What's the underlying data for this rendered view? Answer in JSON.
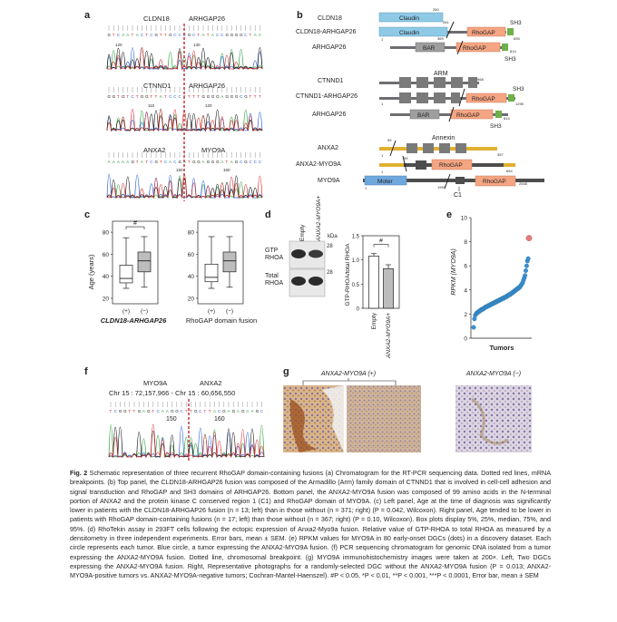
{
  "panels": {
    "a": {
      "letter": "a",
      "row1": {
        "left_gene": "CLDN18",
        "right_gene": "ARHGAP26",
        "pos1": "120",
        "pos2": "130"
      },
      "row2": {
        "left_gene": "CTNND1",
        "right_gene": "ARHGAP26",
        "pos1": "110",
        "pos2": "120"
      },
      "row3": {
        "left_gene": "ANXA2",
        "right_gene": "MYO9A",
        "pos1": "150",
        "pos2": "160"
      }
    },
    "b": {
      "letter": "b",
      "g1": {
        "wt": "CLDN18",
        "fusion": "CLDN18-ARHGAP26",
        "partner": "ARHGAP26",
        "claudin": "Claudin",
        "rhogap": "RhoGAP",
        "sh3": "SH3",
        "bar": "BAR",
        "n1": "261",
        "n2": "250",
        "n3": "695",
        "n4": "369",
        "n5": "814",
        "one": "1"
      },
      "g2": {
        "wt": "CTNND1",
        "fusion": "CTNND1-ARHGAP26",
        "partner": "ARHGAP26",
        "arm": "ARM",
        "rhogap": "RhoGAP",
        "sh3": "SH3",
        "bar": "BAR",
        "n1": "968",
        "n2": "1295",
        "n3": "814",
        "one": "1"
      },
      "g3": {
        "wt": "ANXA2",
        "fusion": "ANXA2-MYO9A",
        "partner": "MYO9A",
        "annexin": "Annexin",
        "rhogap": "RhoGAP",
        "moter": "Moter",
        "c1": "C1",
        "n1": "99",
        "n2": "357",
        "n3": "654",
        "n4": "1993",
        "n5": "2548",
        "one": "1"
      }
    },
    "c": {
      "letter": "c",
      "ylabel": "Age (years)",
      "ticks": [
        "80",
        "60",
        "40",
        "20"
      ],
      "plus": "(+)",
      "minus": "(−)",
      "hash": "#",
      "left_title": "CLDN18-ARHGAP26",
      "right_title": "RhoGAP domain fusion"
    },
    "d": {
      "letter": "d",
      "lane1": "Empty",
      "lane2": "ANXA2-MYO9A+",
      "kda": "kDa",
      "blot1": "GTP RHOA",
      "blot2": "Total RHOA",
      "mw1": "28",
      "mw2": "28",
      "ylabel": "GTP-RHOA/total RHOA",
      "ticks": [
        "1.5",
        "1.0",
        "0.5",
        "0"
      ],
      "hash": "#"
    },
    "e": {
      "letter": "e",
      "ylabel": "RPKM (MYO9A)",
      "xlabel": "Tumors",
      "ticks": [
        "10",
        "8",
        "6",
        "4",
        "2",
        "0"
      ]
    },
    "f": {
      "letter": "f",
      "left_gene": "MYO9A",
      "right_gene": "ANXA2",
      "coords": "Chr 15 : 72,157,966 - Chr 15 : 60,656,550",
      "pos1": "150",
      "pos2": "160"
    },
    "g": {
      "letter": "g",
      "pos_label": "ANXA2-MYO9A (+)",
      "neg_label": "ANXA2-MYO9A (−)"
    }
  },
  "chart_data": [
    {
      "type": "box",
      "title": "CLDN18-ARHGAP26",
      "ylabel": "Age (years)",
      "categories": [
        "(+)",
        "(−)"
      ],
      "ylim": [
        15,
        90
      ],
      "series": [
        {
          "name": "(+)",
          "values": {
            "p5": 29,
            "p25": 34,
            "median": 38,
            "p75": 50,
            "p95": 75
          }
        },
        {
          "name": "(−)",
          "values": {
            "p5": 30,
            "p25": 44,
            "median": 54,
            "p75": 62,
            "p95": 76
          }
        }
      ]
    },
    {
      "type": "box",
      "title": "RhoGAP domain fusion",
      "ylabel": "Age (years)",
      "categories": [
        "(+)",
        "(−)"
      ],
      "ylim": [
        15,
        90
      ],
      "series": [
        {
          "name": "(+)",
          "values": {
            "p5": 29,
            "p25": 35,
            "median": 39,
            "p75": 51,
            "p95": 76
          }
        },
        {
          "name": "(−)",
          "values": {
            "p5": 30,
            "p25": 44,
            "median": 54,
            "p75": 62,
            "p95": 76
          }
        }
      ]
    },
    {
      "type": "bar",
      "ylabel": "GTP-RHOA/total RHOA",
      "categories": [
        "Empty",
        "ANXA2-MYO9A+"
      ],
      "values": [
        1.08,
        0.82
      ],
      "errors": [
        0.05,
        0.08
      ],
      "ylim": [
        0,
        1.5
      ]
    },
    {
      "type": "scatter",
      "ylabel": "RPKM (MYO9A)",
      "xlabel": "Tumors",
      "ylim": [
        0,
        10
      ],
      "values": [
        0.9,
        1.6,
        1.9,
        2.0,
        2.1,
        2.1,
        2.2,
        2.2,
        2.3,
        2.3,
        2.4,
        2.4,
        2.4,
        2.5,
        2.5,
        2.6,
        2.6,
        2.6,
        2.7,
        2.7,
        2.7,
        2.8,
        2.8,
        2.8,
        2.9,
        2.9,
        2.9,
        3.0,
        3.0,
        3.0,
        3.1,
        3.1,
        3.1,
        3.2,
        3.2,
        3.2,
        3.3,
        3.3,
        3.3,
        3.4,
        3.4,
        3.4,
        3.5,
        3.5,
        3.6,
        3.6,
        3.6,
        3.7,
        3.7,
        3.8,
        3.8,
        3.9,
        3.9,
        4.0,
        4.0,
        4.1,
        4.1,
        4.2,
        4.2,
        4.3,
        4.4,
        4.5,
        4.6,
        4.8,
        5.0,
        5.2,
        5.6,
        6.0,
        6.4,
        6.6,
        8.3
      ],
      "highlight_index": 70
    }
  ],
  "caption": {
    "fig": "Fig. 2",
    "text": "Schematic representation of three recurrent RhoGAP domain-containing fusions (a) Chromatogram for the RT-PCR sequencing data. Dotted red lines, mRNA breakpoints. (b) Top panel, the CLDN18-ARHGAP26 fusion was composed of the Armadillo (Arm) family domain of CTNND1 that is involved in cell-cell adhesion and signal transduction and RhoGAP and SH3 domains of ARHGAP26. Bottom panel, the ANXA2-MYO9A fusion was composed of 99 amino acids in the N-terminal portion of ANXA2 and the protein kinase C conserved region 1 (C1) and RhoGAP domain of MYO9A. (c) Left panel, Age at the time of diagnosis was significantly lower in patients with the CLDN18-ARHGAP26 fusion (n = 13; left) than in those without (n = 371; right) (P = 0.042, Wilcoxon). Right panel, Age tended to be lower in patients with RhoGAP domain-containing fusions (n = 17; left) than those without (n = 367; right) (P = 0.10, Wilcoxon). Box plots display 5%, 25%, median, 75%, and 95%. (d) RhoTekin assay in 293FT cells following the ectopic expression of Anxa2-Myo9a fusion. Relative value of GTP-RHOA to total RHOA as measured by a densitometry in three independent experiments. Error bars, mean ± SEM. (e) RPKM values for MYO9A in 80 early-onset DGCs (dots) in a discovery dataset. Each circle represents each tumor. Blue circle, a tumor expressing the ANXA2-MYO9A fusion. (f) PCR sequencing chromatogram for genomic DNA isolated from a tumor expressing the ANXA2-MYO9A fusion. Dotted line, chromosomal breakpoint. (g) MYO9A immunohistochemistry images were taken at 200×. Left, Two DGCs expressing the ANXA2-MYO9A fusion. Right, Representative photographs for a randomly-selected DGC without the ANXA2-MYO9A fusion (P = 0.013; ANXA2-MYO9A-positive tumors vs. ANXA2-MYO9A-negative tumors; Cochran-Mantel-Haenszel). #P < 0.05, *P < 0.01, **P < 0.001, ***P < 0.0001, Error bar, mean ± SEM"
  },
  "colors": {
    "claudin": "#8ecae6",
    "rhogap": "#f4a582",
    "bar": "#9e9e9e",
    "annexin": "#e0b030",
    "moter": "#6fa8dc",
    "breakpoint": "#c0282d",
    "dot": "#3a8fd0",
    "dot_highlight": "#e27b7b"
  }
}
